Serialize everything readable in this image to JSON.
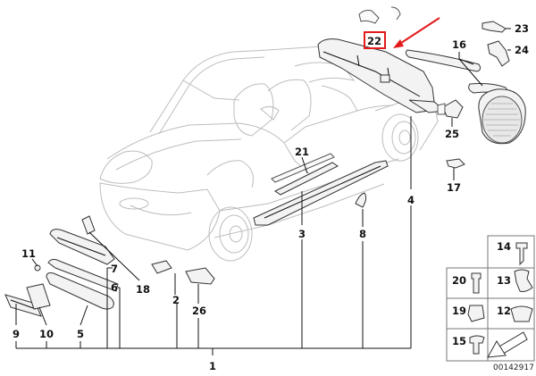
{
  "labels": {
    "l1": "1",
    "l2": "2",
    "l3": "3",
    "l4": "4",
    "l5": "5",
    "l6": "6",
    "l7": "7",
    "l8": "8",
    "l9": "9",
    "l10": "10",
    "l11": "11",
    "l12": "12",
    "l13": "13",
    "l14": "14",
    "l15": "15",
    "l16": "16",
    "l17": "17",
    "l18": "18",
    "l19": "19",
    "l20": "20",
    "l21": "21",
    "l22": "22",
    "l23": "23",
    "l24": "24",
    "l25": "25",
    "l26": "26"
  },
  "diagram_code": "00142917",
  "colors": {
    "highlight": "#e31b1b",
    "ink": "#111111",
    "car_outline": "#bdbdbd"
  }
}
